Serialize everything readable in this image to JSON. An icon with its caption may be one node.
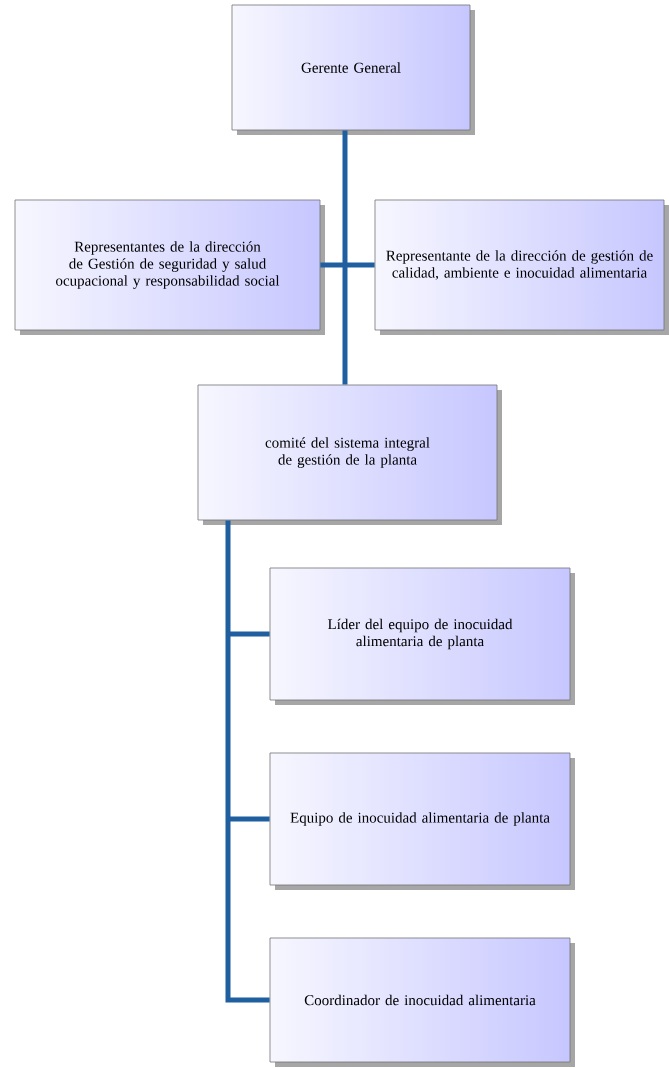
{
  "diagram": {
    "nodes": [
      {
        "text": [
          "Gerente General"
        ]
      },
      {
        "text": [
          "Representantes de la dirección de Gestión de seguridad y salud ocupacional y responsabilidad social"
        ]
      },
      {
        "text": [
          "Representante de la dirección de gestión de calidad, ambiente e inocuidad alimentaria"
        ]
      },
      {
        "text": [
          "comité del sistema integral de gestión de la planta"
        ]
      },
      {
        "text": [
          "Líder del equipo de inocuidad alimentaria de planta"
        ]
      },
      {
        "text": [
          "Equipo de inocuidad alimentaria de planta"
        ]
      },
      {
        "text": [
          "Coordinador de inocuidad alimentaria"
        ]
      }
    ],
    "edges": [
      {
        "from": 0,
        "to": 1,
        "arrow": "none"
      },
      {
        "from": 0,
        "to": 2,
        "arrow": "none"
      },
      {
        "from": 0,
        "to": 3,
        "arrow": "none"
      },
      {
        "from": 3,
        "to": 4,
        "arrow": "none"
      },
      {
        "from": 3,
        "to": 5,
        "arrow": "none"
      },
      {
        "from": 3,
        "to": 6,
        "arrow": "none"
      }
    ]
  }
}
